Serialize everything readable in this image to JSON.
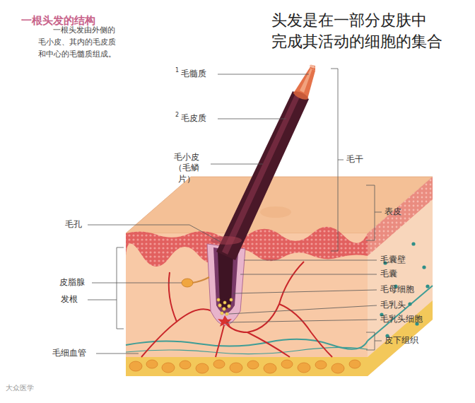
{
  "diagram": {
    "title": "头发是在一部分皮肤中 完成其活动的细胞的集合",
    "labels": [
      "一根头发的结构",
      "一根头发由外侧的毛小皮、其内的毛皮质和中心的毛髓质组成。",
      "1",
      "毛髓质",
      "2",
      "毛皮质",
      "毛小皮（毛鳞片）",
      "毛干",
      "毛孔",
      "表皮",
      "毛囊壁",
      "毛囊",
      "皮脂腺",
      "毛母细胞",
      "发根",
      "毛乳头",
      "毛乳头细胞",
      "毛细血管",
      "皮下组织",
      "大众医学"
    ]
  }
}
